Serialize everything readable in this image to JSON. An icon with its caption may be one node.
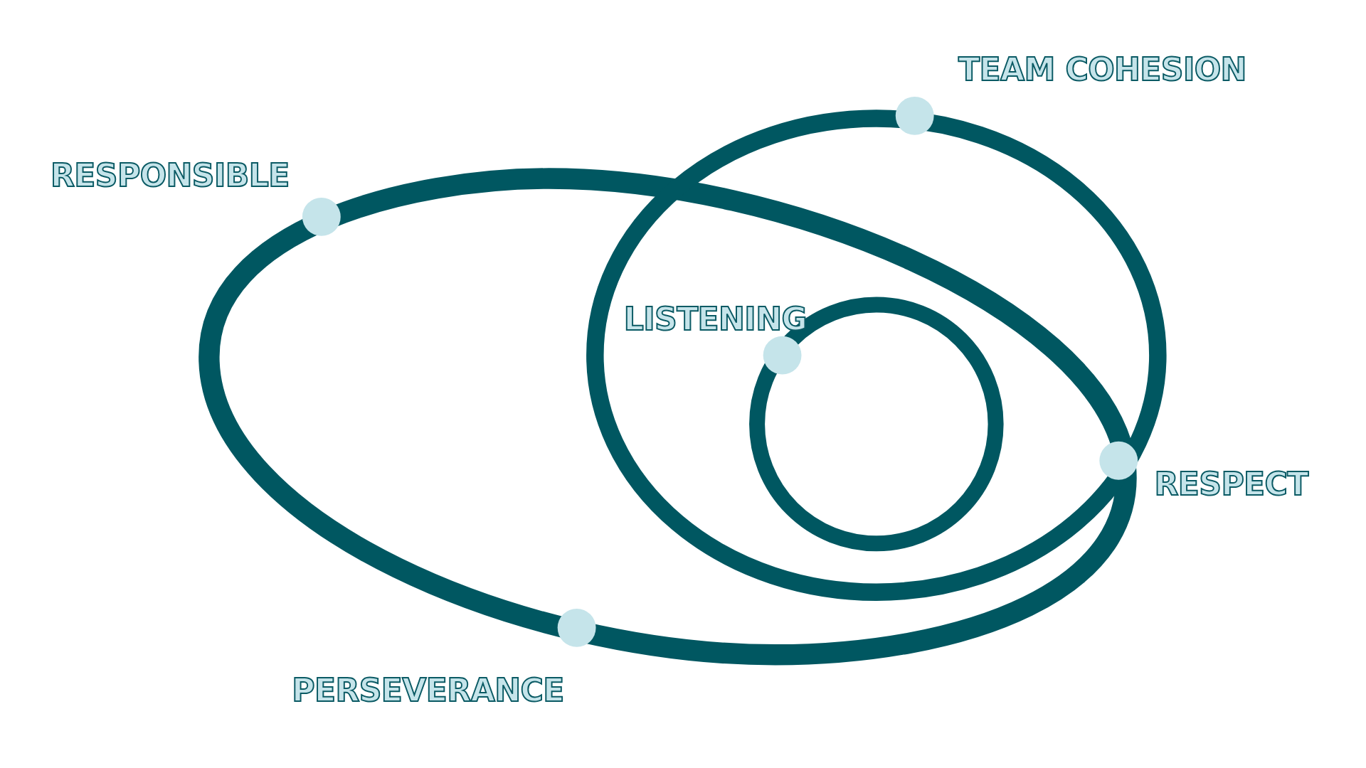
{
  "diagram": {
    "nodes": [
      {
        "text": [
          "TEAM COHESION"
        ]
      },
      {
        "text": [
          "RESPONSIBLE"
        ]
      },
      {
        "text": [
          "LISTENING"
        ]
      },
      {
        "text": [
          "RESPECT"
        ]
      },
      {
        "text": [
          "PERSEVERANCE"
        ]
      }
    ]
  }
}
